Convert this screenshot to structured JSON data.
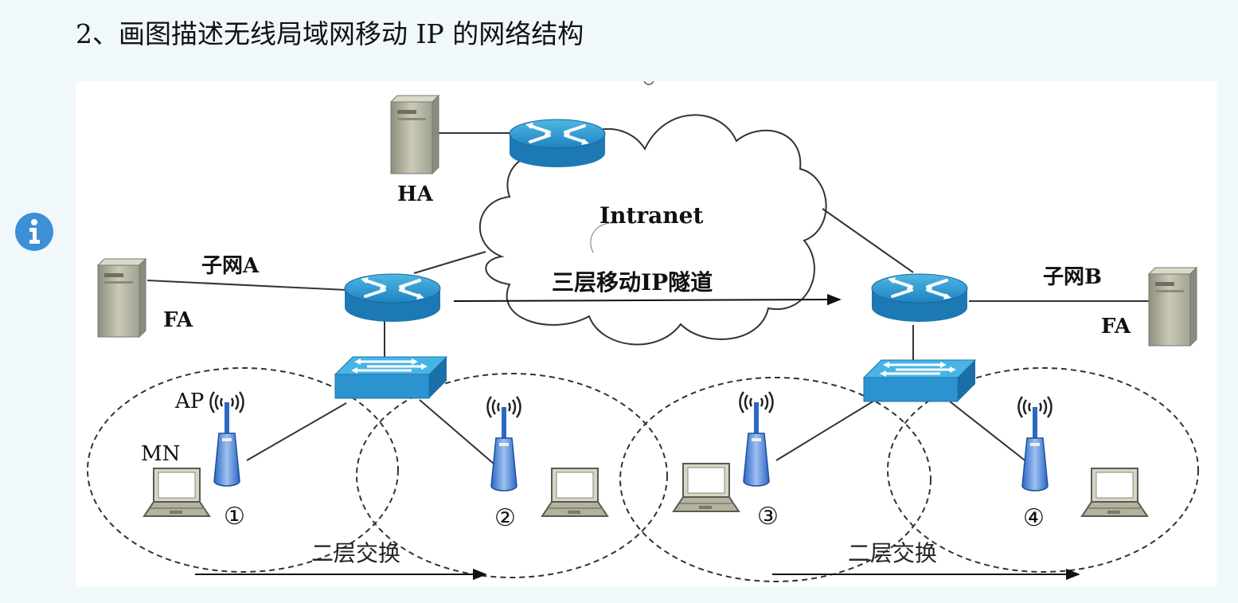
{
  "heading": "2、画图描述无线局域网移动 IP 的网络结构",
  "icons": {
    "info": "info-icon"
  },
  "diagram": {
    "cloud_label": "Intranet",
    "ha_label": "HA",
    "subnet_a_label": "子网A",
    "subnet_b_label": "子网B",
    "fa_left_label": "FA",
    "fa_right_label": "FA",
    "tunnel_label": "三层移动IP隧道",
    "ap_label": "AP",
    "mn_label": "MN",
    "cell_labels": [
      "①",
      "②",
      "③",
      "④"
    ],
    "l2_switch_left": "二层交换",
    "l2_switch_right": "二层交换"
  }
}
